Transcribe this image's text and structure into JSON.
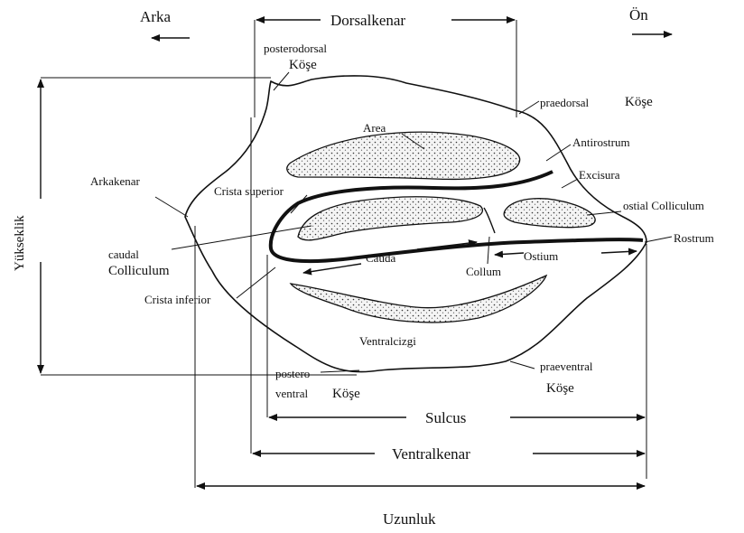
{
  "labels": {
    "arka": "Arka",
    "on": "Ön",
    "dorsalkenar": "Dorsalkenar",
    "posterodorsal_1": "posterodorsal",
    "posterodorsal_2": "Köşe",
    "praedorsal": "praedorsal",
    "praedorsal_kose": "Köşe",
    "area": "Area",
    "antirostrum": "Antirostrum",
    "excisura": "Excisura",
    "arkakenar": "Arkakenar",
    "crista_superior": "Crista superior",
    "ostial_colliculum": "ostial Colliculum",
    "rostrum": "Rostrum",
    "caudal_1": "caudal",
    "caudal_2": "Colliculum",
    "cauda": "Cauda",
    "ostium": "Ostium",
    "collum": "Collum",
    "crista_inferior": "Crista inferior",
    "yukseklik": "Yükseklik",
    "ventralcizgi": "Ventralcizgi",
    "postero_1": "postero",
    "postero_2": "ventral",
    "postero_kose": "Köşe",
    "praeventral_1": "praeventral",
    "praeventral_2": "Köşe",
    "sulcus": "Sulcus",
    "ventralkenar": "Ventralkenar",
    "uzunluk": "Uzunluk"
  }
}
